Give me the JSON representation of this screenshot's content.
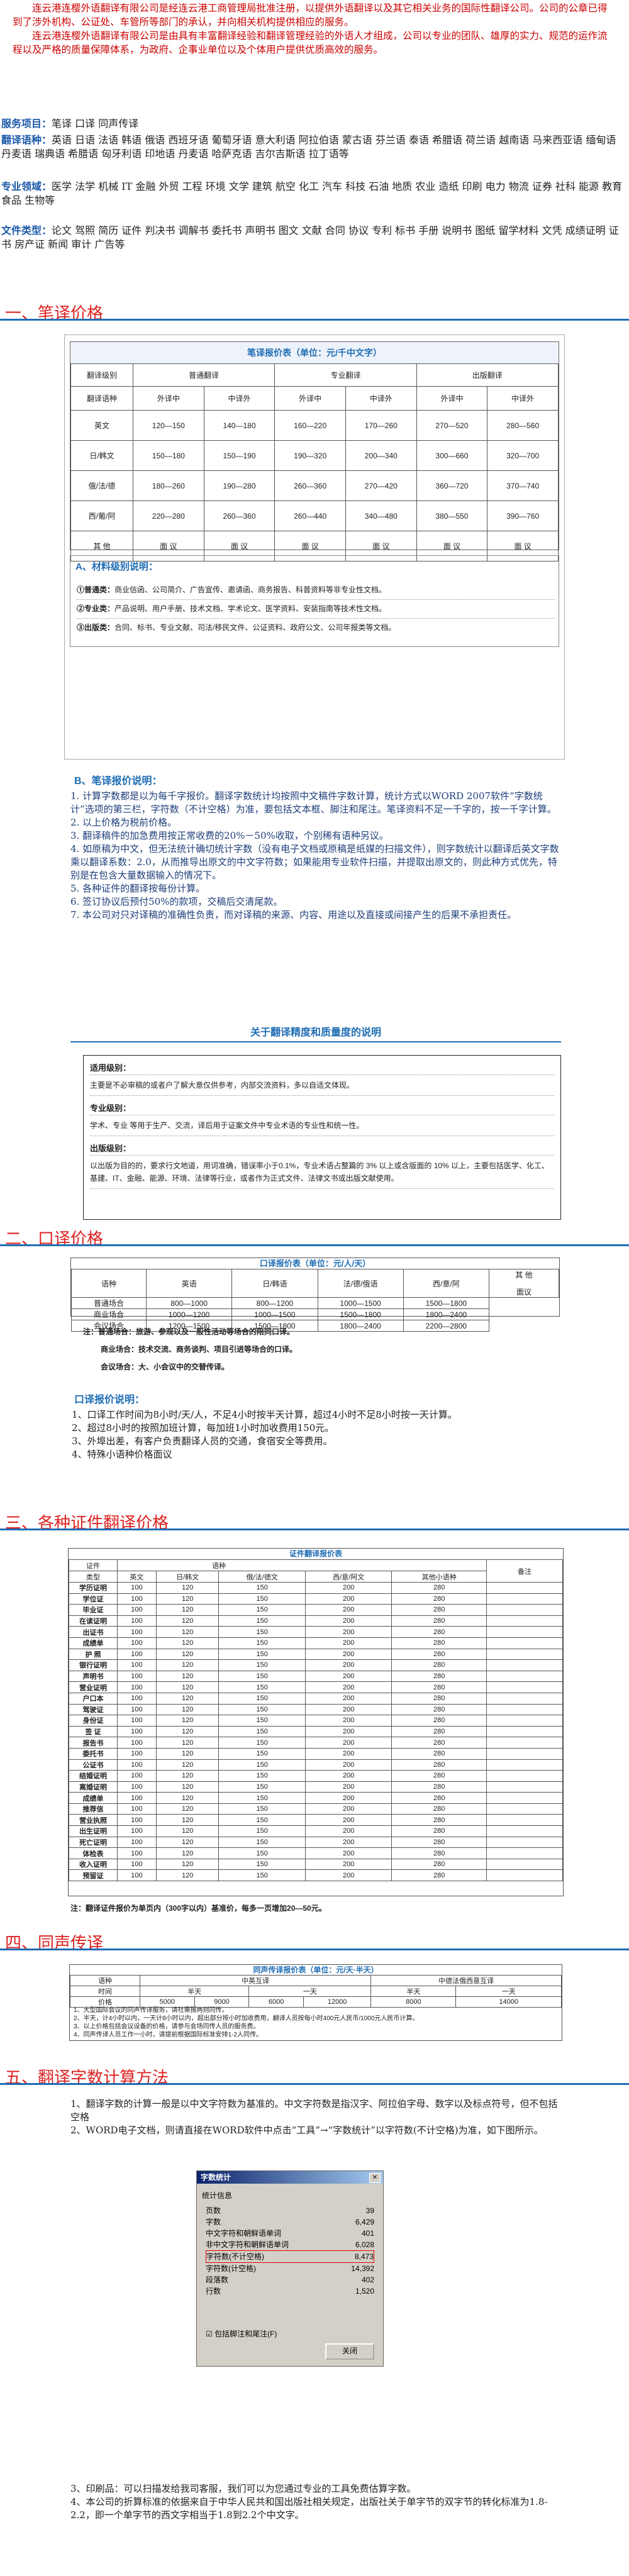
{
  "intro": [
    "连云港连樱外语翻译有限公司是经连云港工商管理局批准注册，以提供外语翻译以及其它相关业务的国际性翻译公司。公司的公章已得到了涉外机构、公证处、车管所等部门的承认，并向相关机构提供相应的服务。",
    "连云港连樱外语翻译有限公司是由具有丰富翻译经验和翻译管理经验的外语人才组成，公司以专业的团队、雄厚的实力、规范的运作流程以及严格的质量保障体系，为政府、企事业单位以及个体用户提供优质高效的服务。"
  ],
  "services": [
    {
      "key": "服务项目：",
      "text": "笔译  口译  同声传译"
    },
    {
      "key": "翻译语种：",
      "text": "英语 日语 法语 韩语 俄语 西班牙语 葡萄牙语 意大利语 阿拉伯语 蒙古语 芬兰语 泰语 希腊语 荷兰语 越南语 马来西亚语 缅甸语 丹麦语 瑞典语 希腊语 匈牙利语 印地语 丹麦语 哈萨克语 吉尔吉斯语 拉丁语等"
    },
    {
      "key": "专业领域：",
      "text": "医学 法学 机械 IT 金融 外贸 工程 环境 文学 建筑 航空 化工 汽车 科技 石油 地质 农业 造纸 印刷 电力 物流 证券 社科 能源 教育 食品 生物等"
    },
    {
      "key": "文件类型：",
      "text": "论文 驾照 简历 证件 判决书 调解书 委托书 声明书 图文 文献 合同 协议 专利 标书 手册 说明书 图纸 留学材料 文凭 成绩证明 证书 房产证 新闻 审计 广告等"
    }
  ],
  "sections": {
    "s1": "一、笔译价格",
    "s2": "二、口译价格",
    "s3": "三、各种证件翻译价格",
    "s4": "四、同声传译",
    "s5": "五、翻译字数计算方法"
  },
  "bizhi": {
    "title": "笔译报价表（单位：元/千中文字）",
    "head1": [
      "翻译级别",
      "普通翻译",
      "专业翻译",
      "出版翻译"
    ],
    "head2": [
      "翻译语种",
      "外译中",
      "中译外",
      "外译中",
      "中译外",
      "外译中",
      "中译外"
    ],
    "rows": [
      [
        "英文",
        "120—150",
        "140—180",
        "160—220",
        "170—260",
        "270—520",
        "280—560"
      ],
      [
        "日/韩文",
        "150—180",
        "150—190",
        "190—320",
        "200—340",
        "300—660",
        "320—700"
      ],
      [
        "俄/法/德",
        "180—260",
        "190—280",
        "260—360",
        "270—420",
        "360—720",
        "370—740"
      ],
      [
        "西/葡/阿",
        "220—280",
        "260—360",
        "260—440",
        "340—480",
        "380—550",
        "390—760"
      ],
      [
        "其 他",
        "面 议",
        "面 议",
        "面 议",
        "面 议",
        "面 议",
        "面 议"
      ]
    ],
    "material_title": "A、材料级别说明：",
    "materials": [
      {
        "k": "①普通类：",
        "v": "商业信函、公司简介、广告宣传、邀请函、商务报告、科普资料等非专业性文档。"
      },
      {
        "k": "②专业类：",
        "v": "产品说明、用户手册、技术文档、学术论文、医学资料、安装指南等技术性文档。"
      },
      {
        "k": "③出版类：",
        "v": "合同、标书、专业文献、司法/移民文件、公证资料、政府公文、公司年报类等文档。"
      }
    ],
    "pricing_title": "B、笔译报价说明：",
    "pricing": [
      "1. 计算字数都是以为每千字报价。翻译字数统计均按照中文稿件字数计算，统计方式以WORD 2007软件“字数统计”选项的第三栏，字符数（不计空格）为准，要包括文本框、脚注和尾注。笔译资料不足一千字的，按一千字计算。",
      "2. 以上价格为税前价格。",
      "3. 翻译稿件的加急费用按正常收费的20%－50%收取，个别稀有语种另议。",
      "4. 如原稿为中文，但无法统计确切统计字数（没有电子文档或原稿是纸媒的扫描文件），则字数统计以翻译后英文字数乘以翻译系数：2.0，从而推导出原文的中文字符数；如果能用专业软件扫描，并提取出原文的，则此种方式优先，特别是在包含大量数据输入的情况下。",
      "5. 各种证件的翻译按每份计算。",
      "6. 签订协议后预付50%的款项，交稿后交清尾款。",
      "7. 本公司对只对译稿的准确性负责，而对译稿的来源、内容、用途以及直接或间接产生的后果不承担责任。"
    ],
    "quality_title": "关于翻译精度和质量度的说明",
    "quality": [
      {
        "k": "适用级别：",
        "v": "主要是不必审稿的或者户了解大意仅供参考，内部交流资料，多以自适文体现。"
      },
      {
        "k": "专业级别：",
        "v": "学术、专业 等用于生产、交流，译后用于证案文件中专业术语的专业性和统一性。"
      },
      {
        "k": "出版级别：",
        "v": "以出版为目的的，要求行文地道，用词准确，错误率小于0.1%，专业术语占整篇的 3% 以上或含版面的 10% 以上，主要包括医学、化工、基建、IT、金融、能源、环境、法律等行业，或者作为正式文件、法律文书或出版文献使用。"
      }
    ]
  },
  "kouyi": {
    "title": "口译报价表（单位：元/人/天）",
    "head": [
      "语种",
      "英语",
      "日/韩语",
      "法/德/俄语",
      "西/意/阿",
      "其 他"
    ],
    "rows": [
      [
        "普通场合",
        "800—1000",
        "800—1200",
        "1000—1500",
        "1500—1800"
      ],
      [
        "商业场合",
        "1000—1200",
        "1000—1500",
        "1500—1800",
        "1800—2400"
      ],
      [
        "会议场合",
        "1200—1500",
        "1500—1800",
        "1800—2400",
        "2200—2800"
      ]
    ],
    "other": "面议",
    "notes": [
      "注：普通场合：旅游、参观以及一般性活动等场合的陪同口译。",
      "商业场合：技术交流、商务谈判、项目引进等场合的口译。",
      "会议场合：大、小会议中的交替传译。"
    ],
    "sub_title": "口译报价说明：",
    "points": [
      "1、口译工作时间为8小时/天/人，不足4小时按半天计算，超过4小时不足8小时按一天计算。",
      "2、超过8小时的按照加班计算，每加班1小时加收费用150元。",
      "3、外埠出差，有客户负责翻译人员的交通，食宿安全等费用。",
      "4、特殊小语种价格面议"
    ]
  },
  "zhengjian": {
    "title": "证件翻译报价表",
    "head_a": [
      "证件",
      "语",
      "种",
      "备注"
    ],
    "head_b": [
      "类型",
      "英文",
      "日/韩文",
      "俄/法/德文",
      "西/意/阿文",
      "其他小语种"
    ],
    "rows": [
      [
        "学历证明",
        "100",
        "120",
        "150",
        "200",
        "280"
      ],
      [
        "学位证",
        "100",
        "120",
        "150",
        "200",
        "280"
      ],
      [
        "毕业证",
        "100",
        "120",
        "150",
        "200",
        "280"
      ],
      [
        "在读证明",
        "100",
        "120",
        "150",
        "200",
        "280"
      ],
      [
        "出证书",
        "100",
        "120",
        "150",
        "200",
        "280"
      ],
      [
        "成绩单",
        "100",
        "120",
        "150",
        "200",
        "280"
      ],
      [
        "护 照",
        "100",
        "120",
        "150",
        "200",
        "280"
      ],
      [
        "银行证明",
        "100",
        "120",
        "150",
        "200",
        "280"
      ],
      [
        "声明书",
        "100",
        "120",
        "150",
        "200",
        "280"
      ],
      [
        "营业证明",
        "100",
        "120",
        "150",
        "200",
        "280"
      ],
      [
        "户口本",
        "100",
        "120",
        "150",
        "200",
        "280"
      ],
      [
        "驾驶证",
        "100",
        "120",
        "150",
        "200",
        "280"
      ],
      [
        "身份证",
        "100",
        "120",
        "150",
        "200",
        "280"
      ],
      [
        "签 证",
        "100",
        "120",
        "150",
        "200",
        "280"
      ],
      [
        "报告书",
        "100",
        "120",
        "150",
        "200",
        "280"
      ],
      [
        "委托书",
        "100",
        "120",
        "150",
        "200",
        "280"
      ],
      [
        "公证书",
        "100",
        "120",
        "150",
        "200",
        "280"
      ],
      [
        "结婚证明",
        "100",
        "120",
        "150",
        "200",
        "280"
      ],
      [
        "离婚证明",
        "100",
        "120",
        "150",
        "200",
        "280"
      ],
      [
        "成绩单",
        "100",
        "120",
        "150",
        "200",
        "280"
      ],
      [
        "推荐信",
        "100",
        "120",
        "150",
        "200",
        "280"
      ],
      [
        "营业执照",
        "100",
        "120",
        "150",
        "200",
        "280"
      ],
      [
        "出生证明",
        "100",
        "120",
        "150",
        "200",
        "280"
      ],
      [
        "死亡证明",
        "100",
        "120",
        "150",
        "200",
        "280"
      ],
      [
        "体检表",
        "100",
        "120",
        "150",
        "200",
        "280"
      ],
      [
        "收入证明",
        "100",
        "120",
        "150",
        "200",
        "280"
      ],
      [
        "预留证",
        "100",
        "120",
        "150",
        "200",
        "280"
      ]
    ],
    "note": "注：翻译证件报价为单页内（300字以内）基准价，每多一页增加20—50元。"
  },
  "tongsheng": {
    "title": "同声传译报价表（单位：元/天·半天）",
    "head1": [
      "语种",
      "中英互译",
      "",
      "中德法俄西意互译",
      ""
    ],
    "head2": [
      "时间",
      "半天",
      "一天",
      "半天",
      "一天"
    ],
    "row": [
      "价格",
      "5000",
      "9000",
      "6000",
      "12000",
      "8000",
      "14000"
    ],
    "notes": [
      "1、大型国际会议的同声传译服务，请社需报两则同传。",
      "2、半天，计4小时以内，一天计8小时以内，超出部分按小时加收费用，翻译人员按每小时400元人民币/1000元人民币计算。",
      "3、以上价格包括会议设备的价格，请参与会场同传人员的服务费。",
      "4、同声传译人员工作一小时，请提前根据国际标准安排1-2人同传。"
    ]
  },
  "wordcount": {
    "points": [
      "1、翻译字数的计算一般是以中文字符数为基准的。中文字符数是指汉字、阿拉伯字母、数字以及标点符号，但不包括空格",
      "2、WORD电子文档，则请直接在WORD软件中点击“工具”→“字数统计”以字符数(不计空格)为准，如下图所示。"
    ],
    "dialog_title": "字数统计",
    "dialog_label": "统计信息",
    "dialog_rows": [
      [
        "页数",
        "39"
      ],
      [
        "字数",
        "6,429"
      ],
      [
        "中文字符和朝鲜语单词",
        "401"
      ],
      [
        "非中文字符和朝鲜语单词",
        "6,028"
      ],
      [
        "字符数(不计空格)",
        "8,473"
      ],
      [
        "字符数(计空格)",
        "14,392"
      ],
      [
        "段落数",
        "402"
      ],
      [
        "行数",
        "1,520"
      ]
    ],
    "dialog_check": "包括脚注和尾注(F)",
    "dialog_btn": "关闭",
    "tail": [
      "3、印刷品：可以扫描发给我司客服，我们可以为您通过专业的工具免费估算字数。",
      "4、本公司的折算标准的依据来自于中华人民共和国出版社相关规定，出版社关于单字节的双字节的转化标准为1.8-2.2，即一个单字节的西文字相当于1.8到2.2个中文字。"
    ]
  },
  "colors": {
    "accent": "#1f6db4",
    "heading": "#d22222",
    "intro": "#cc0000"
  }
}
